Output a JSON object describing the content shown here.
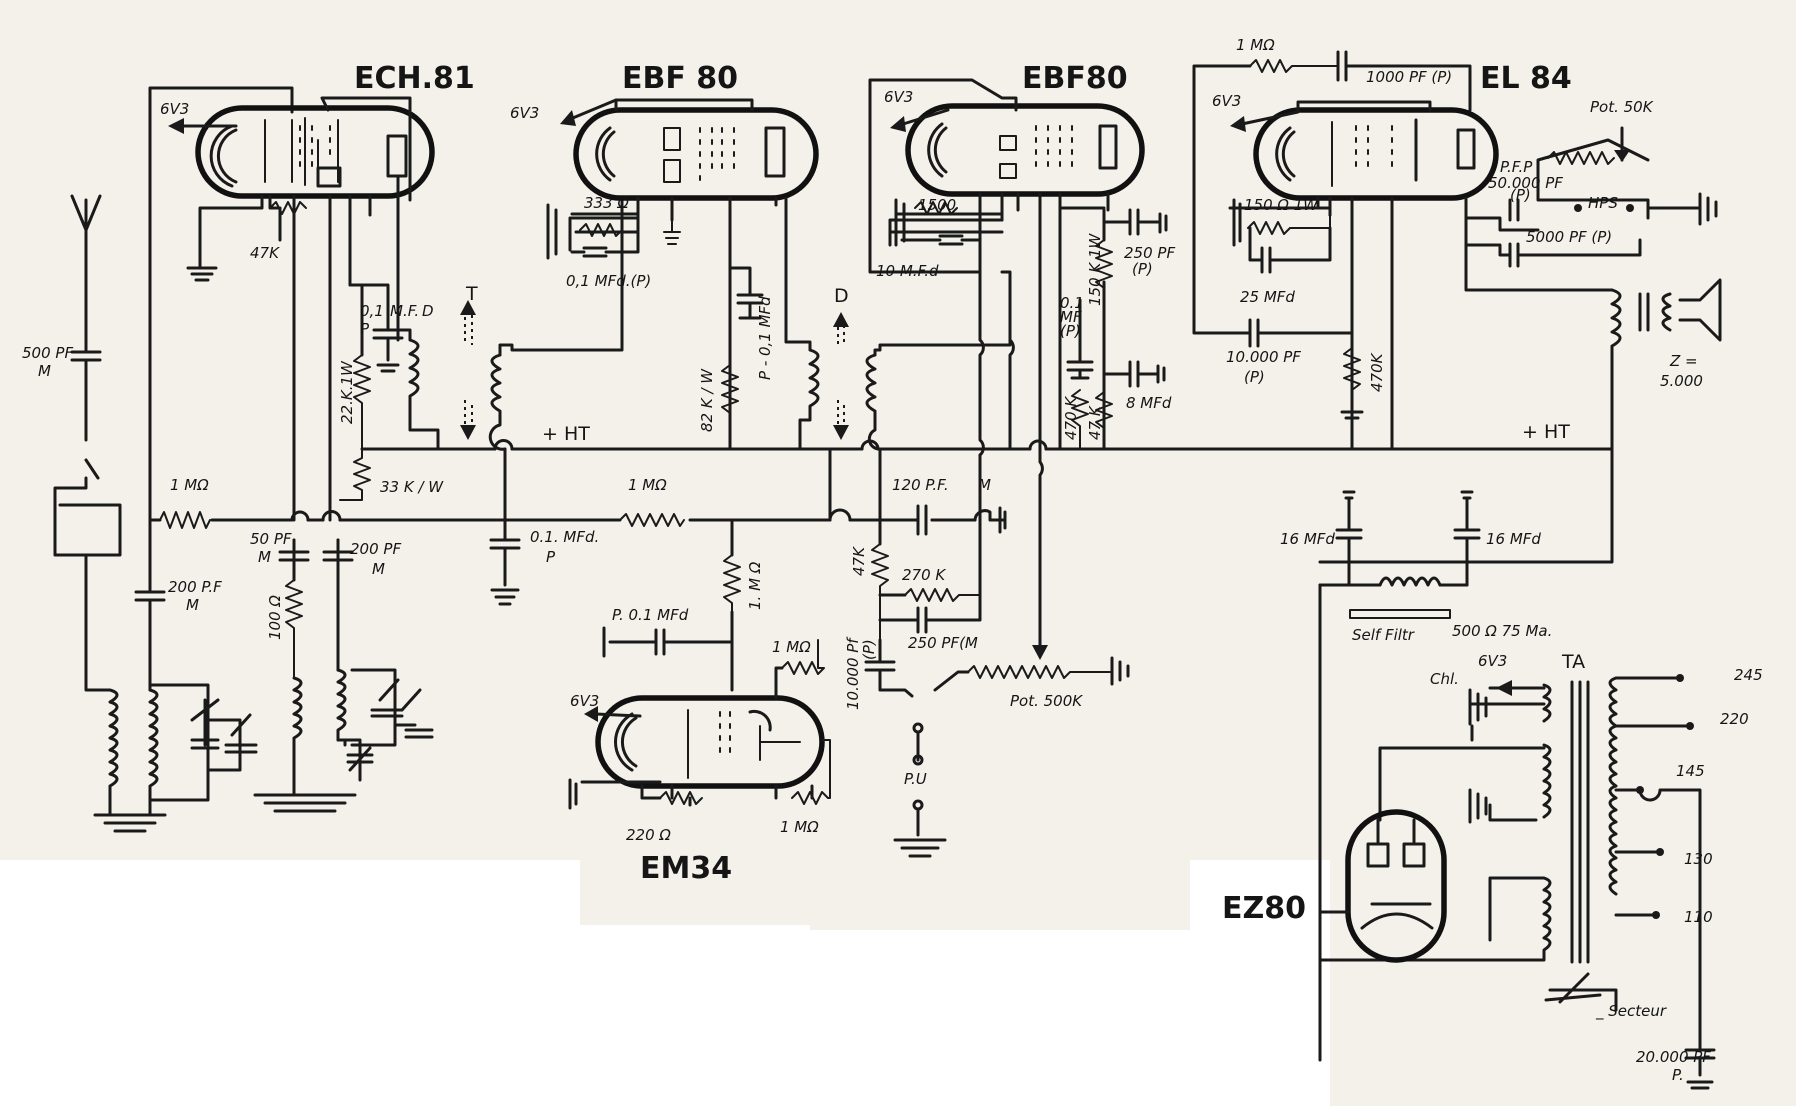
{
  "tubes": {
    "ech81": "ECH.81",
    "ebf80_a": "EBF 80",
    "ebf80_b": "EBF80",
    "el84": "EL 84",
    "em34": "EM34",
    "ez80": "EZ80"
  },
  "heater": "6V3",
  "chl": "Chl.",
  "ta": "TA",
  "markers": {
    "T": "T",
    "D": "D",
    "pu": "P.U"
  },
  "rails": {
    "ht_left": "+ HT",
    "ht_right": "+ HT"
  },
  "components": {
    "c_ant": "500 PF",
    "c_ant_m": "M",
    "r_1m_grid": "1 MΩ",
    "r_47k_ech": "47K",
    "r_22k": "22.K.1W",
    "c_01_mf": "0,1",
    "c_01_p": "P",
    "c_mf_label": "M.F.",
    "d_label": "D",
    "r_33k": "33 K / W",
    "c_50pf": "50 PF",
    "c_50pf_m": "M",
    "c_200pf_a": "200 PF",
    "c_200pf_a_m": "M",
    "c_200pf_b": "200 P.F",
    "c_200pf_b_m": "M",
    "r_100": "100 Ω",
    "r_333": "333 Ω",
    "c_01mfd_p": "0,1 MFd.(P)",
    "c_p01mfd": "P - 0,1 MFd",
    "r_82k": "82 K / W",
    "c_01mfd_ht": "0.1. MFd.",
    "c_01mfd_ht_p": "P",
    "r_1m_line": "1 MΩ",
    "r_1m_em": "1. M Ω",
    "c_p01mfd_em": "P. 0.1 MFd",
    "r_1m_em_r": "1 MΩ",
    "r_1m_em_b": "1 MΩ",
    "r_220": "220 Ω",
    "r_1500": "1500",
    "c_10mfd": "10 M.F.d",
    "c_120pf": "120 P.F.",
    "c_120pf_m": "M",
    "r_47k_b": "47K",
    "r_270k": "270 K",
    "c_250pf_m": "250 PF(M",
    "c_10000pf": "10.000 Pf",
    "c_10000pf_p": "(P)",
    "pot_500k": "Pot. 500K",
    "r_150k": "150 K 1W",
    "c_250pf_p": "250 PF",
    "c_250pf_p_p": "(P)",
    "c_01mf_b": "0.1",
    "c_01mf_b_mf": "MF",
    "c_01mf_b_p": "(P)",
    "r_470k_a": "470 K",
    "r_47k_c": "47 K",
    "c_8mfd": "8 MFd",
    "r_1m_fb": "1 MΩ",
    "c_1000pf": "1000 PF (P)",
    "r_150_1w": "150 Ω 1W",
    "c_25mfd": "25 MFd",
    "c_10000pf_el": "10.000 PF",
    "c_10000pf_el_p": "(P)",
    "r_470k_el": "470K",
    "pot_50k": "Pot. 50K",
    "c_pfp": "P.F.P",
    "c_50000pf": "50.000 PF",
    "c_50000pf_p": "(P)",
    "hps": "HPS",
    "c_5000pf": "5000 PF (P)",
    "z_eq": "Z =",
    "z_val": "5.000",
    "c_16mfd_a": "16 MFd",
    "c_16mfd_b": "16 MFd",
    "self_filtr": "Self Filtr",
    "self_spec": "500 Ω   75 Ma.",
    "v245": "245",
    "v220": "220",
    "v145": "145",
    "v130": "130",
    "v110": "110",
    "secteur": "_ Secteur",
    "c_20000pf": "20.000 PF",
    "c_20000pf_p": "P."
  }
}
